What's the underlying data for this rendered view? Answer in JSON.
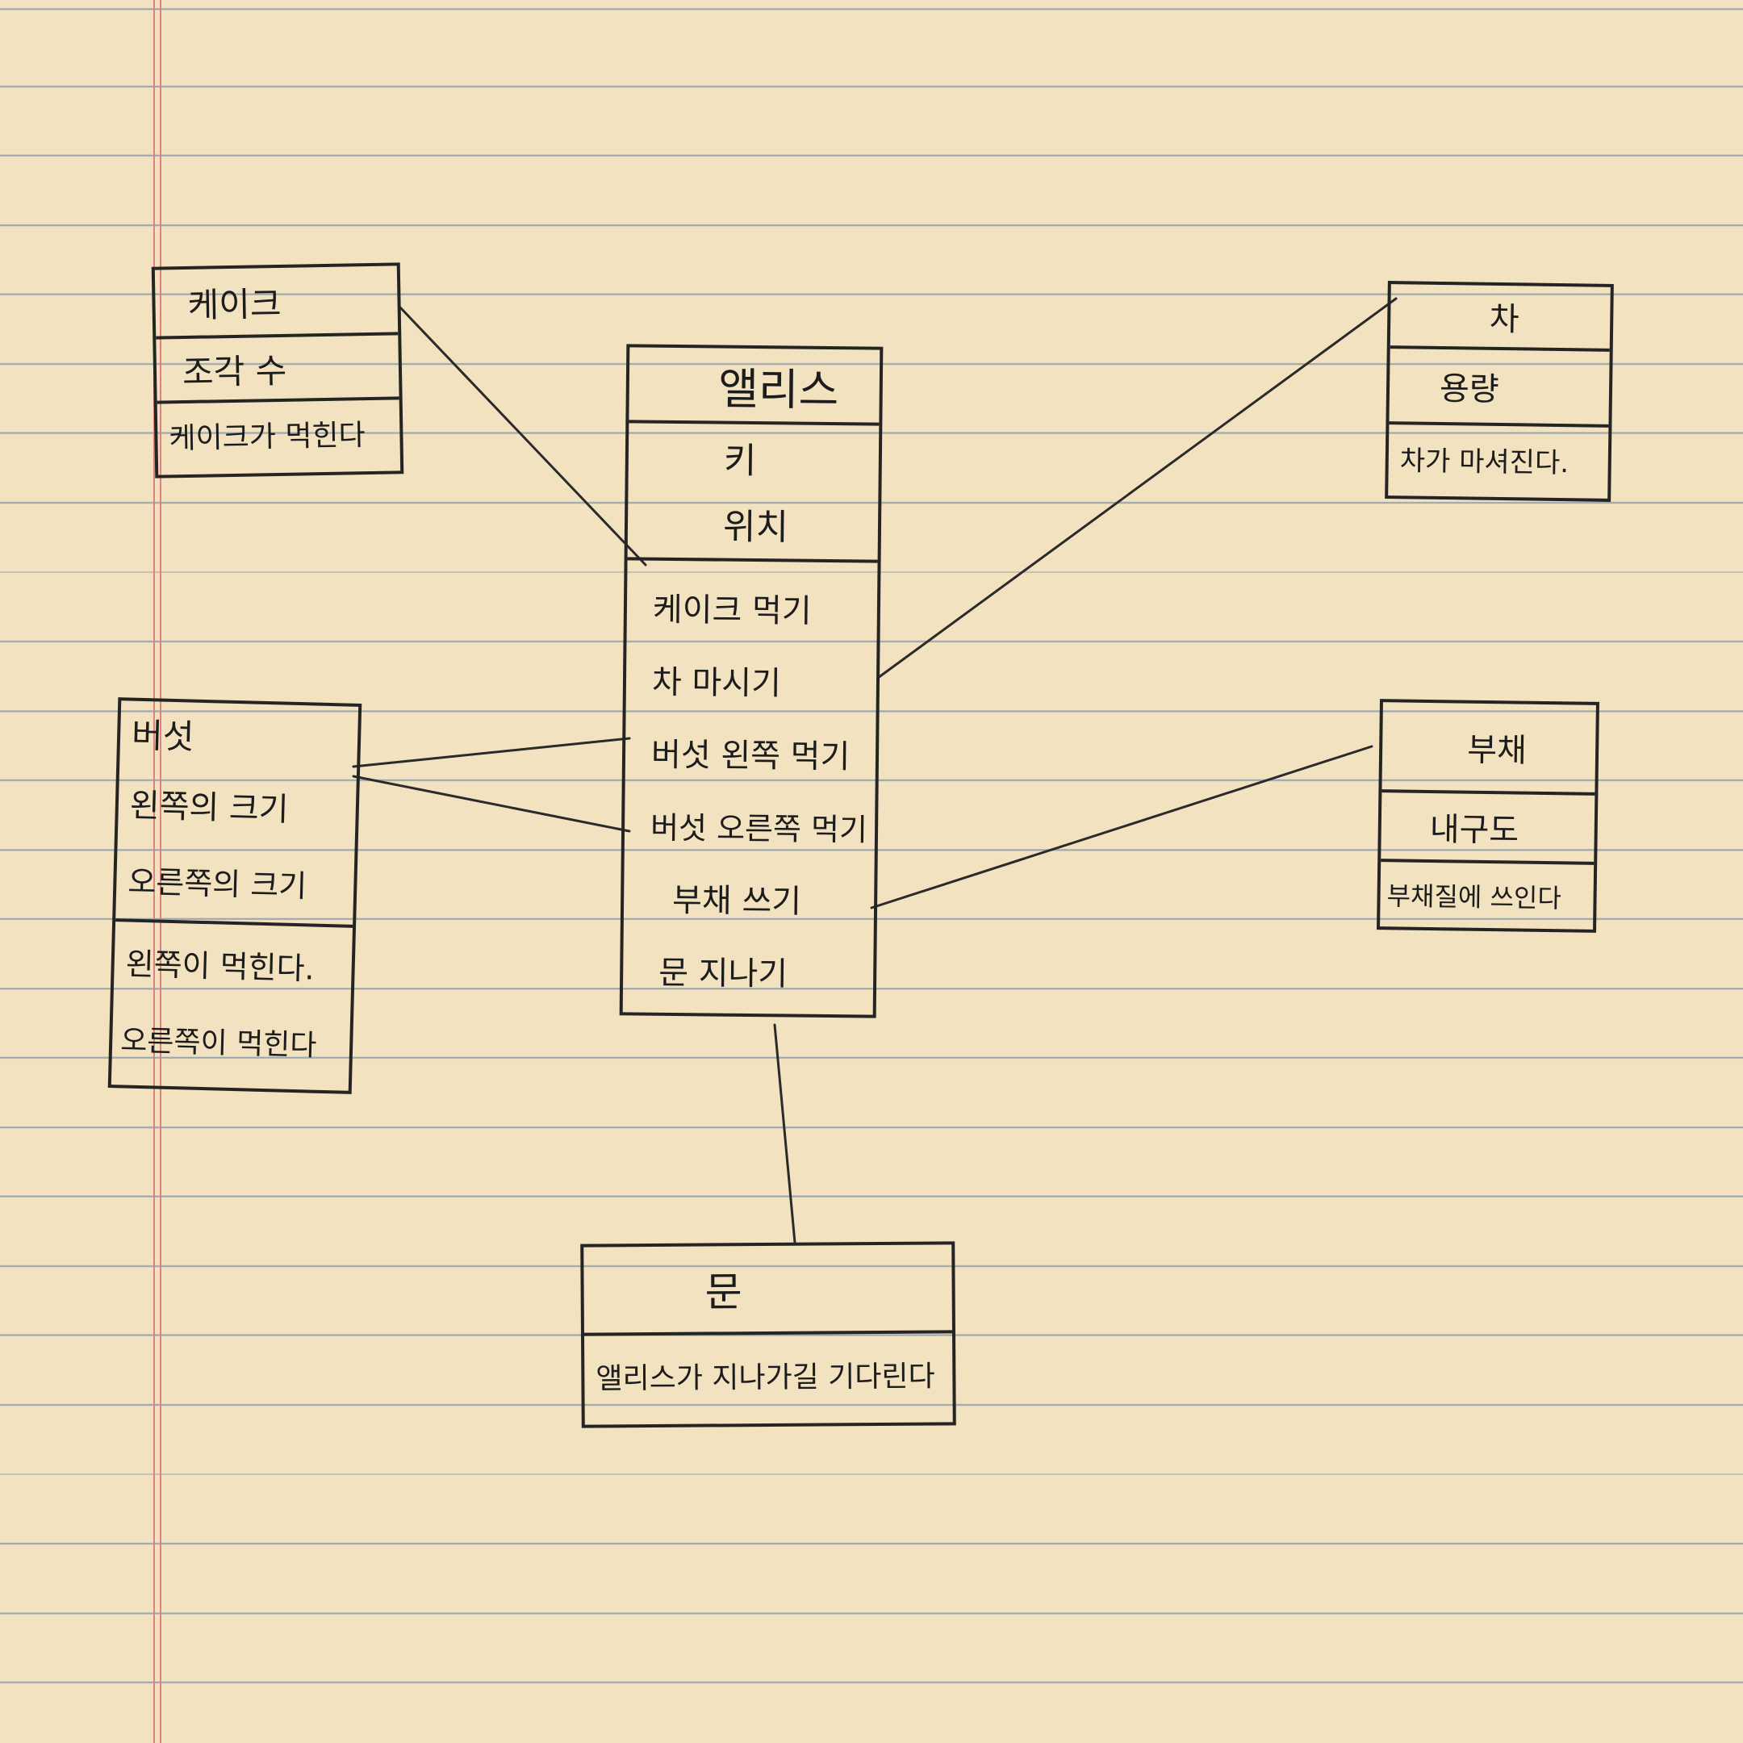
{
  "diagram": {
    "classes": {
      "cake": {
        "name": "케이크",
        "attributes": [
          "조각 수"
        ],
        "methods": [
          "케이크가 먹힌다"
        ]
      },
      "alice": {
        "name": "앨리스",
        "attributes": [
          "키",
          "위치"
        ],
        "methods": [
          "케이크 먹기",
          "차 마시기",
          "버섯 왼쪽 먹기",
          "버섯 오른쪽 먹기",
          "부채 쓰기",
          "문 지나기"
        ]
      },
      "tea": {
        "name": "차",
        "attributes": [
          "용량"
        ],
        "methods": [
          "차가 마셔진다."
        ]
      },
      "mushroom": {
        "name": "버섯",
        "attributes": [
          "왼쪽의 크기",
          "오른쪽의 크기"
        ],
        "methods": [
          "왼쪽이 먹힌다.",
          "오른쪽이 먹힌다"
        ]
      },
      "fan": {
        "name": "부채",
        "attributes": [
          "내구도"
        ],
        "methods": [
          "부채질에 쓰인다"
        ]
      },
      "door": {
        "name": "문",
        "attributes": [],
        "methods": [
          "앨리스가 지나가길 기다린다"
        ]
      }
    },
    "connections": [
      {
        "from": "alice",
        "to": "cake"
      },
      {
        "from": "alice",
        "to": "tea"
      },
      {
        "from": "alice",
        "to": "mushroom"
      },
      {
        "from": "alice",
        "to": "mushroom"
      },
      {
        "from": "alice",
        "to": "fan"
      },
      {
        "from": "alice",
        "to": "door"
      }
    ],
    "colors": {
      "paper": "#f2e2c0",
      "rule_line": "#9aa6ad",
      "margin_line": "#e27f7f",
      "ink": "#242424"
    }
  }
}
